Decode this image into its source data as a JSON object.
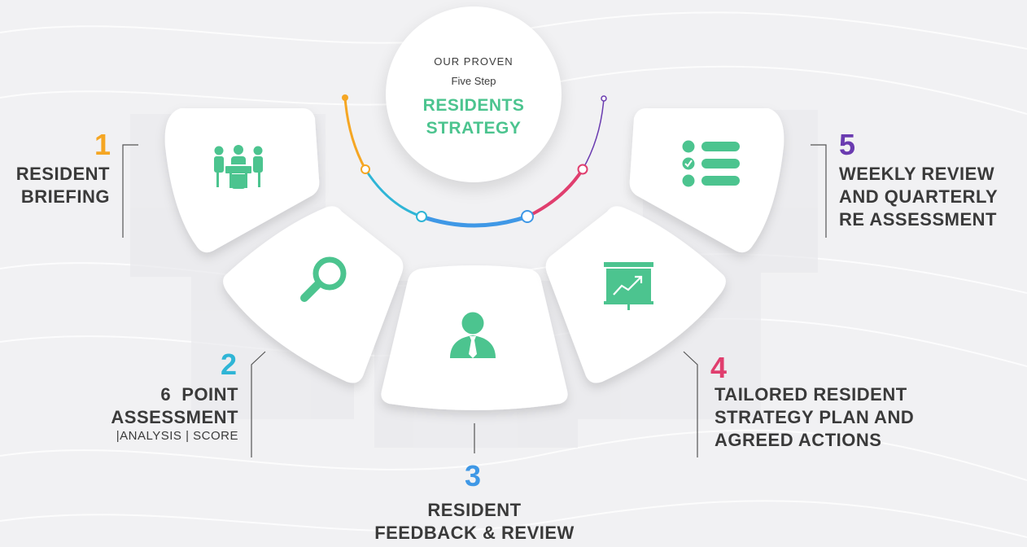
{
  "center": {
    "line1": "OUR PROVEN",
    "line2": "Five Step",
    "title_line1": "RESIDENTS",
    "title_line2": "STRATEGY"
  },
  "steps": [
    {
      "number": "1",
      "label_lines": [
        "RESIDENT",
        "BRIEFING"
      ],
      "color": "#f5a623",
      "icon": "team-meeting-icon"
    },
    {
      "number": "2",
      "label_lines": [
        "6  POINT",
        "ASSESSMENT"
      ],
      "sub": "|ANALYSIS | SCORE",
      "color": "#2fb5d6",
      "icon": "magnifier-icon"
    },
    {
      "number": "3",
      "label_lines": [
        "RESIDENT",
        "FEEDBACK & REVIEW"
      ],
      "color": "#3f98e6",
      "icon": "person-icon"
    },
    {
      "number": "4",
      "label_lines": [
        "TAILORED RESIDENT",
        "STRATEGY PLAN AND",
        "AGREED ACTIONS"
      ],
      "color": "#e03e6e",
      "icon": "presentation-chart-icon"
    },
    {
      "number": "5",
      "label_lines": [
        "WEEKLY REVIEW",
        "AND QUARTERLY",
        "RE ASSESSMENT"
      ],
      "color": "#6a3bb0",
      "icon": "checklist-icon"
    }
  ],
  "colors": {
    "icon": "#4cc48f",
    "arc_orange": "#f5a623",
    "arc_cyan": "#2fb5d6",
    "arc_blue": "#3f98e6",
    "arc_red": "#e03e6e",
    "arc_purple": "#6a3bb0"
  }
}
